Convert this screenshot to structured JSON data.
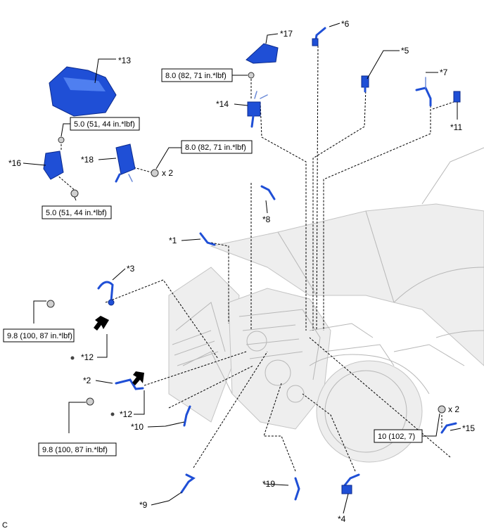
{
  "callouts": {
    "c1": "*1",
    "c2": "*2",
    "c3": "*3",
    "c4": "*4",
    "c5": "*5",
    "c6": "*6",
    "c7": "*7",
    "c8": "*8",
    "c9": "*9",
    "c10": "*10",
    "c11": "*11",
    "c12a": "*12",
    "c12b": "*12",
    "c13": "*13",
    "c14": "*14",
    "c15": "*15",
    "c16": "*16",
    "c17": "*17",
    "c18": "*18",
    "c19": "*19"
  },
  "torques": {
    "t_80_top": "8.0 (82, 71 in.*lbf)",
    "t_50_top": "5.0 (51, 44 in.*lbf)",
    "t_80_mid": "8.0 (82, 71 in.*lbf)",
    "t_50_bottom": "5.0 (51, 44 in.*lbf)",
    "t_98_upper": "9.8 (100, 87 in.*lbf)",
    "t_98_lower": "9.8 (100, 87 in.*lbf)",
    "t_10": "10 (102, 7)"
  },
  "quantities": {
    "q18": "x 2",
    "q15": "x 2"
  },
  "corner_label": "C",
  "colors": {
    "part_blue": "#1f4fd6",
    "engine_gray": "#b7b7b7"
  },
  "icons": [
    "bolt-icon",
    "direction-arrow-icon",
    "dot-icon"
  ]
}
